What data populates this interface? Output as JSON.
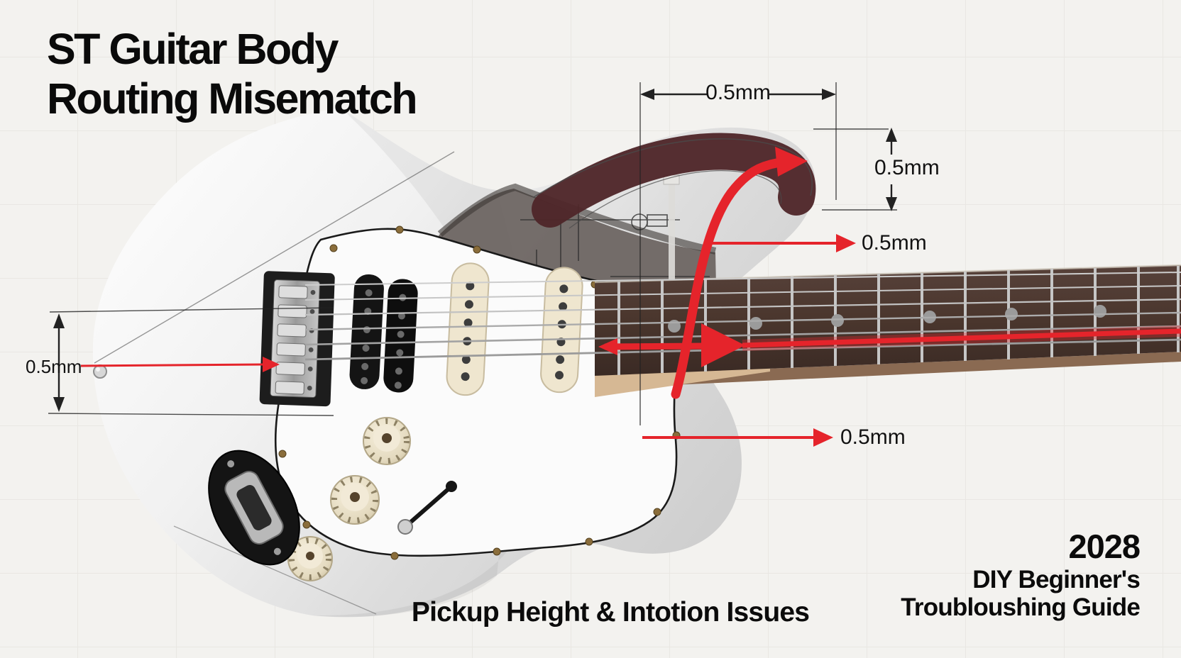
{
  "title": {
    "line1": "ST Guitar Body",
    "line2": "Routing Misematch"
  },
  "measurements": {
    "top": {
      "label": "0.5mm"
    },
    "right": {
      "label": "0.5mm"
    },
    "mid_right": {
      "label": "0.5mm"
    },
    "lower_right": {
      "label": "0.5mm"
    },
    "left": {
      "label": "0.5mm"
    }
  },
  "footer": {
    "caption": "Pickup Height & Intotion Issues",
    "year": "2028",
    "subtitle_line1": "DIY Beginner's",
    "subtitle_line2": "Troubloushing Guide"
  },
  "colors": {
    "background": "#f3f2ef",
    "grid_line": "#e9e7e3",
    "text": "#0b0b0b",
    "accent_red": "#e5242b",
    "routing_channel": "#4f262a",
    "cavity": "#6b6360",
    "fretboard": "#4a362d",
    "body_white": "#fafafa",
    "pickup_cream": "#efe6cf"
  }
}
